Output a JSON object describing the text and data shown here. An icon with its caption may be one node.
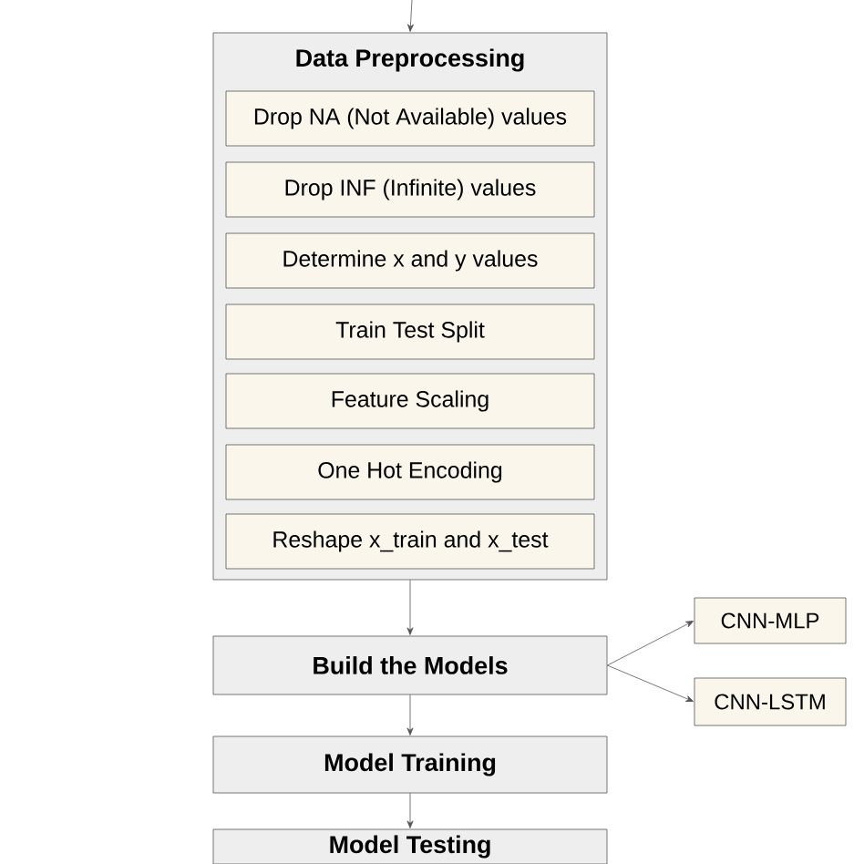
{
  "diagram": {
    "nodes": [
      {
        "text": [
          "Data Preprocessing"
        ]
      },
      {
        "text": [
          "Drop NA (Not Available) values"
        ],
        "in": 0
      },
      {
        "text": [
          "Drop INF (Infinite) values"
        ],
        "in": 0
      },
      {
        "text": [
          "Determine x and y values"
        ],
        "in": 0
      },
      {
        "text": [
          "Train Test Split"
        ],
        "in": 0
      },
      {
        "text": [
          "Feature Scaling"
        ],
        "in": 0
      },
      {
        "text": [
          "One Hot Encoding"
        ],
        "in": 0
      },
      {
        "text": [
          "Reshape x_train and x_test"
        ],
        "in": 0
      },
      {
        "text": [
          "Build the Models"
        ]
      },
      {
        "text": [
          "CNN-MLP"
        ]
      },
      {
        "text": [
          "CNN-LSTM"
        ]
      },
      {
        "text": [
          "Model Training"
        ]
      },
      {
        "text": [
          "Model Testing"
        ]
      }
    ],
    "edges": [
      {
        "from": null,
        "to": 0,
        "arrow": "to"
      },
      {
        "from": 0,
        "to": 8,
        "arrow": "to"
      },
      {
        "from": 8,
        "to": 9,
        "arrow": "to"
      },
      {
        "from": 8,
        "to": 10,
        "arrow": "to"
      },
      {
        "from": 8,
        "to": 11,
        "arrow": "to"
      },
      {
        "from": 11,
        "to": 12,
        "arrow": "to"
      }
    ]
  }
}
